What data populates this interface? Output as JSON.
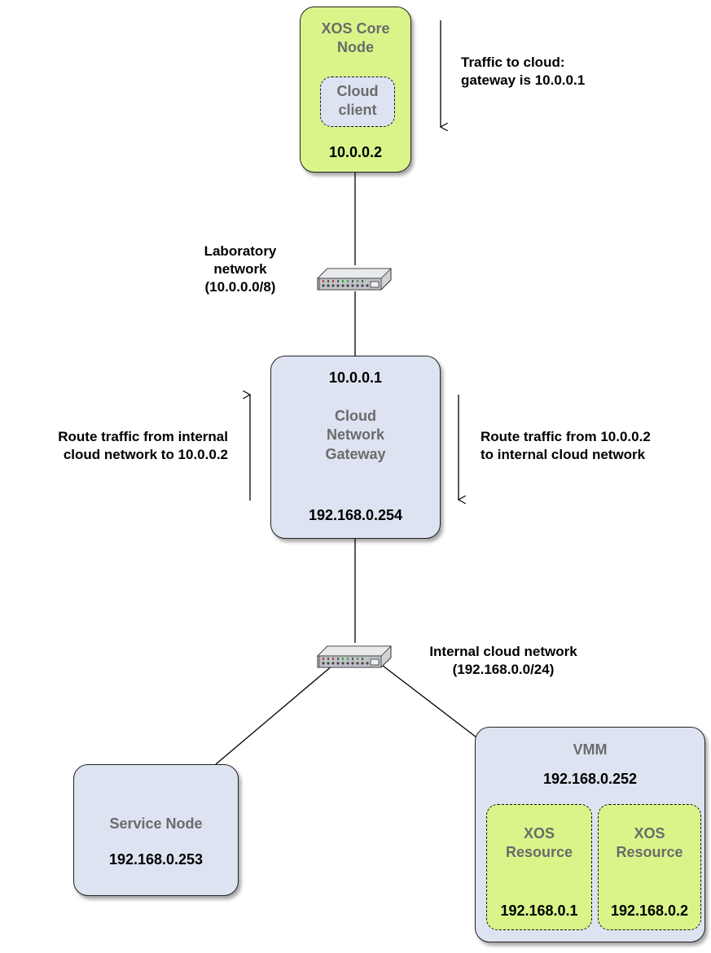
{
  "core_node": {
    "title": "XOS Core\nNode",
    "client": "Cloud\nclient",
    "ip": "10.0.0.2"
  },
  "core_note": "Traffic to cloud:\ngateway is 10.0.0.1",
  "lab_network": "Laboratory\nnetwork\n(10.0.0.0/8)",
  "gateway": {
    "ip_top": "10.0.0.1",
    "title": "Cloud\nNetwork\nGateway",
    "ip_bottom": "192.168.0.254"
  },
  "gateway_note_left": "Route traffic from internal\ncloud network to 10.0.0.2",
  "gateway_note_right": "Route traffic from 10.0.0.2\nto internal cloud network",
  "internal_network": "Internal cloud network\n(192.168.0.0/24)",
  "service_node": {
    "title": "Service Node",
    "ip": "192.168.0.253"
  },
  "vmm": {
    "title": "VMM",
    "ip": "192.168.0.252",
    "resources": [
      {
        "title": "XOS\nResource",
        "ip": "192.168.0.1"
      },
      {
        "title": "XOS\nResource",
        "ip": "192.168.0.2"
      }
    ]
  },
  "colors": {
    "green_fill": "#d9f58a",
    "blue_fill": "#dde3f1",
    "gray_text": "#6b6b6b"
  }
}
